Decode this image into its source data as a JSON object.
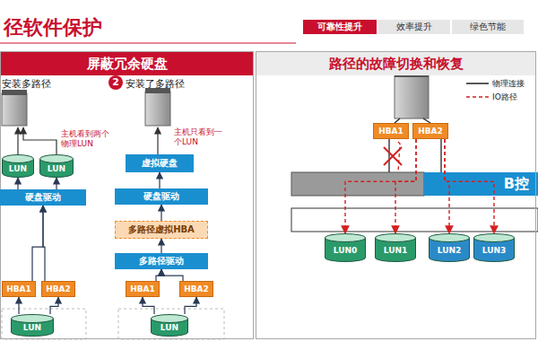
{
  "diagram": {
    "title": "径软件保护",
    "nodes": [
      {
        "text": [
          "屏蔽冗余硬盘"
        ]
      },
      {
        "text": [
          "LUN"
        ],
        "in": 0
      },
      {
        "text": [
          "LUN"
        ],
        "in": 0
      },
      {
        "text": [
          "硬盘驱动"
        ],
        "in": 0
      },
      {
        "text": [
          "HBA1"
        ],
        "in": 0
      },
      {
        "text": [
          "HBA2"
        ],
        "in": 0
      },
      {
        "text": [
          "LUN"
        ],
        "in": 0
      },
      {
        "text": [
          "虚拟硬盘"
        ],
        "in": 0
      },
      {
        "text": [
          "硬盘驱动"
        ],
        "in": 0
      },
      {
        "text": [
          "多路径虚拟HBA"
        ],
        "in": 0
      },
      {
        "text": [
          "多路径驱动"
        ],
        "in": 0
      },
      {
        "text": [
          "HBA1"
        ],
        "in": 0
      },
      {
        "text": [
          "HBA2"
        ],
        "in": 0
      },
      {
        "text": [
          "LUN"
        ],
        "in": 0
      },
      {
        "text": [
          "路径的故障切换和恢复"
        ]
      },
      {
        "text": [
          "HBA1"
        ],
        "in": 14
      },
      {
        "text": [
          "HBA2"
        ],
        "in": 14
      },
      {
        "text": [
          "B控"
        ],
        "in": 14
      },
      {
        "text": [
          "LUN0"
        ],
        "in": 14
      },
      {
        "text": [
          "LUN1"
        ],
        "in": 14
      },
      {
        "text": [
          "LUN2"
        ],
        "in": 14
      },
      {
        "text": [
          "LUN3"
        ],
        "in": 14
      }
    ],
    "edges": [
      {
        "from": 3,
        "to": 1,
        "arrow": "to"
      },
      {
        "from": 3,
        "to": 2,
        "arrow": "to"
      },
      {
        "from": 4,
        "to": 3,
        "arrow": "to"
      },
      {
        "from": 5,
        "to": 3,
        "arrow": "to"
      },
      {
        "from": 6,
        "to": 4,
        "arrow": "to"
      },
      {
        "from": 6,
        "to": 5,
        "arrow": "to"
      },
      {
        "from": 8,
        "to": 7,
        "arrow": "to"
      },
      {
        "from": 9,
        "to": 8,
        "arrow": "to"
      },
      {
        "from": 10,
        "to": 9,
        "arrow": "to"
      },
      {
        "from": 11,
        "to": 10,
        "arrow": "to"
      },
      {
        "from": 12,
        "to": 10,
        "arrow": "to"
      },
      {
        "from": 13,
        "to": 11,
        "arrow": "to"
      },
      {
        "from": 13,
        "to": 12,
        "arrow": "to"
      },
      {
        "from": 16,
        "to": 18,
        "arrow": "to"
      },
      {
        "from": 16,
        "to": 19,
        "arrow": "to"
      },
      {
        "from": 16,
        "to": 20,
        "arrow": "to"
      },
      {
        "from": 16,
        "to": 21,
        "arrow": "to"
      }
    ],
    "labels": [
      "可靠性提升",
      "效率提升",
      "绿色节能",
      "安装多路径",
      "2",
      "安装了多路径",
      "主机看到两个物理LUN",
      "主机只看到一个LUN"
    ],
    "legend": [
      {
        "text": "物理连接"
      },
      {
        "text": "IO路径"
      }
    ]
  }
}
